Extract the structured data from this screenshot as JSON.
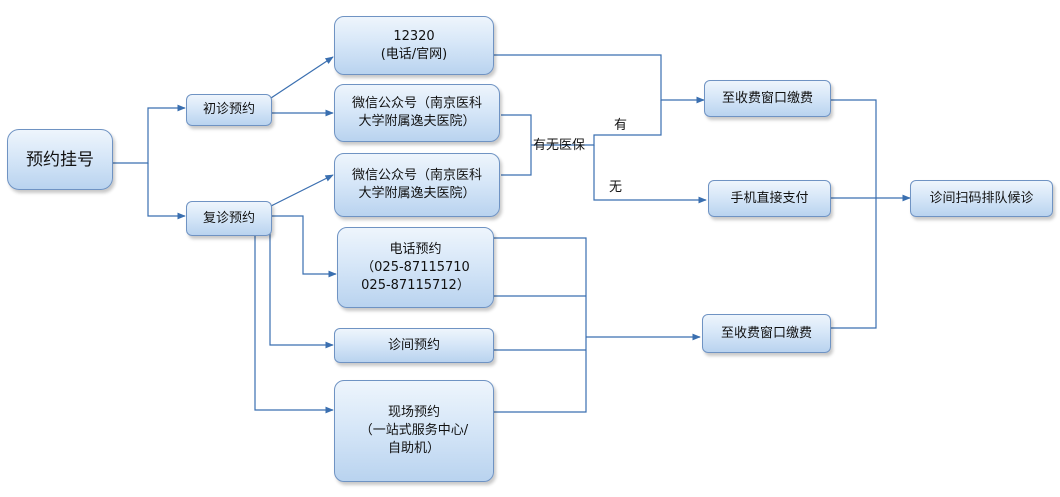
{
  "nodes": {
    "start": "预约挂号",
    "first_visit": "初诊预约",
    "return_visit": "复诊预约",
    "phone_web": "12320\n(电话/官网)",
    "wechat_first": "微信公众号（南京医科\n大学附属逸夫医院）",
    "wechat_return": "微信公众号（南京医科\n大学附属逸夫医院）",
    "phone_booking": "电话预约\n（025-87115710\n025-87115712）",
    "clinic_booking": "诊间预约",
    "onsite_booking": "现场预约\n（一站式服务中心/\n自助机）",
    "pay_window_top": "至收费窗口缴费",
    "mobile_pay": "手机直接支付",
    "pay_window_bottom": "至收费窗口缴费",
    "scan_queue": "诊间扫码排队候诊"
  },
  "edge_labels": {
    "insurance_question": "有无医保",
    "yes": "有",
    "no": "无"
  },
  "colors": {
    "line": "#3a6fb0",
    "node_border": "#6f93c3"
  }
}
